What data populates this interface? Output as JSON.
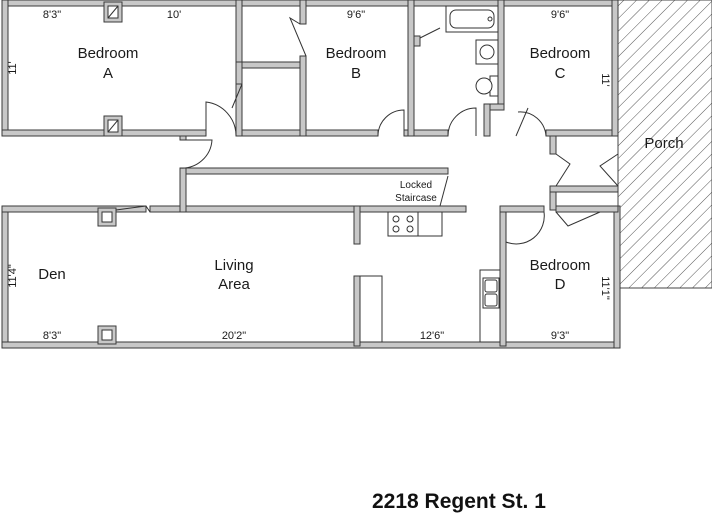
{
  "title": "2218 Regent St. 1",
  "rooms": {
    "bedroom_a": [
      "Bedroom",
      "A"
    ],
    "bedroom_b": "Bedroom",
    "bedroom_b_letter": "B",
    "bedroom_c": "Bedroom",
    "bedroom_c_letter": "C",
    "bedroom_d": "Bedroom",
    "bedroom_d_letter": "D",
    "porch": "Porch",
    "den": "Den",
    "living": "Living",
    "living_2": "Area",
    "locked": "Locked",
    "staircase": "Staircase"
  },
  "dims": {
    "a_w1": "8'3\"",
    "a_w2": "10'",
    "a_h": "11'",
    "b_w": "9'6\"",
    "c_w": "9'6\"",
    "c_h": "11'",
    "den_h": "11'4\"",
    "den_w": "8'3\"",
    "living_w": "20'2\"",
    "kitchen_w": "12'6\"",
    "d_w": "9'3\"",
    "d_h": "11'1\""
  },
  "colors": {
    "wall": "#c8c8c8",
    "outline": "#3a3a3a",
    "hatch": "#555555"
  }
}
